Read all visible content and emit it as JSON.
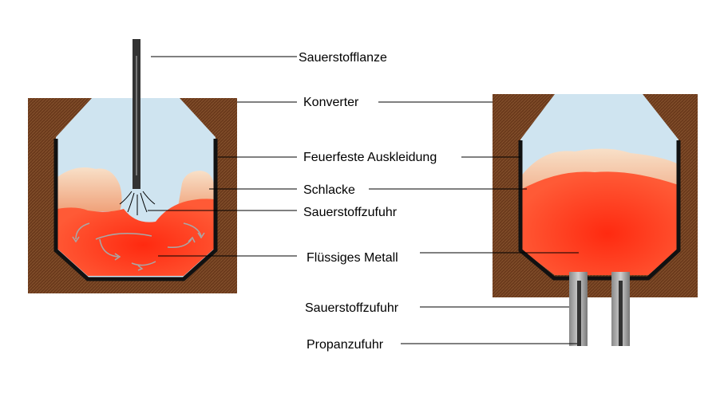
{
  "labels": {
    "lance": "Sauerstofflanze",
    "converter": "Konverter",
    "lining": "Feuerfeste Auskleidung",
    "slag": "Schlacke",
    "oxygen_supply_top": "Sauerstoffzufuhr",
    "liquid_metal": "Flüssiges Metall",
    "oxygen_supply_bottom": "Sauerstoffzufuhr",
    "propane_supply": "Propanzufuhr"
  },
  "colors": {
    "brick": "#6b3a1c",
    "gas": "#cfe4f0",
    "slag": "#f2c7a0",
    "metal": "#ff3d1a",
    "lining": "#111111",
    "lance": "#333333"
  }
}
